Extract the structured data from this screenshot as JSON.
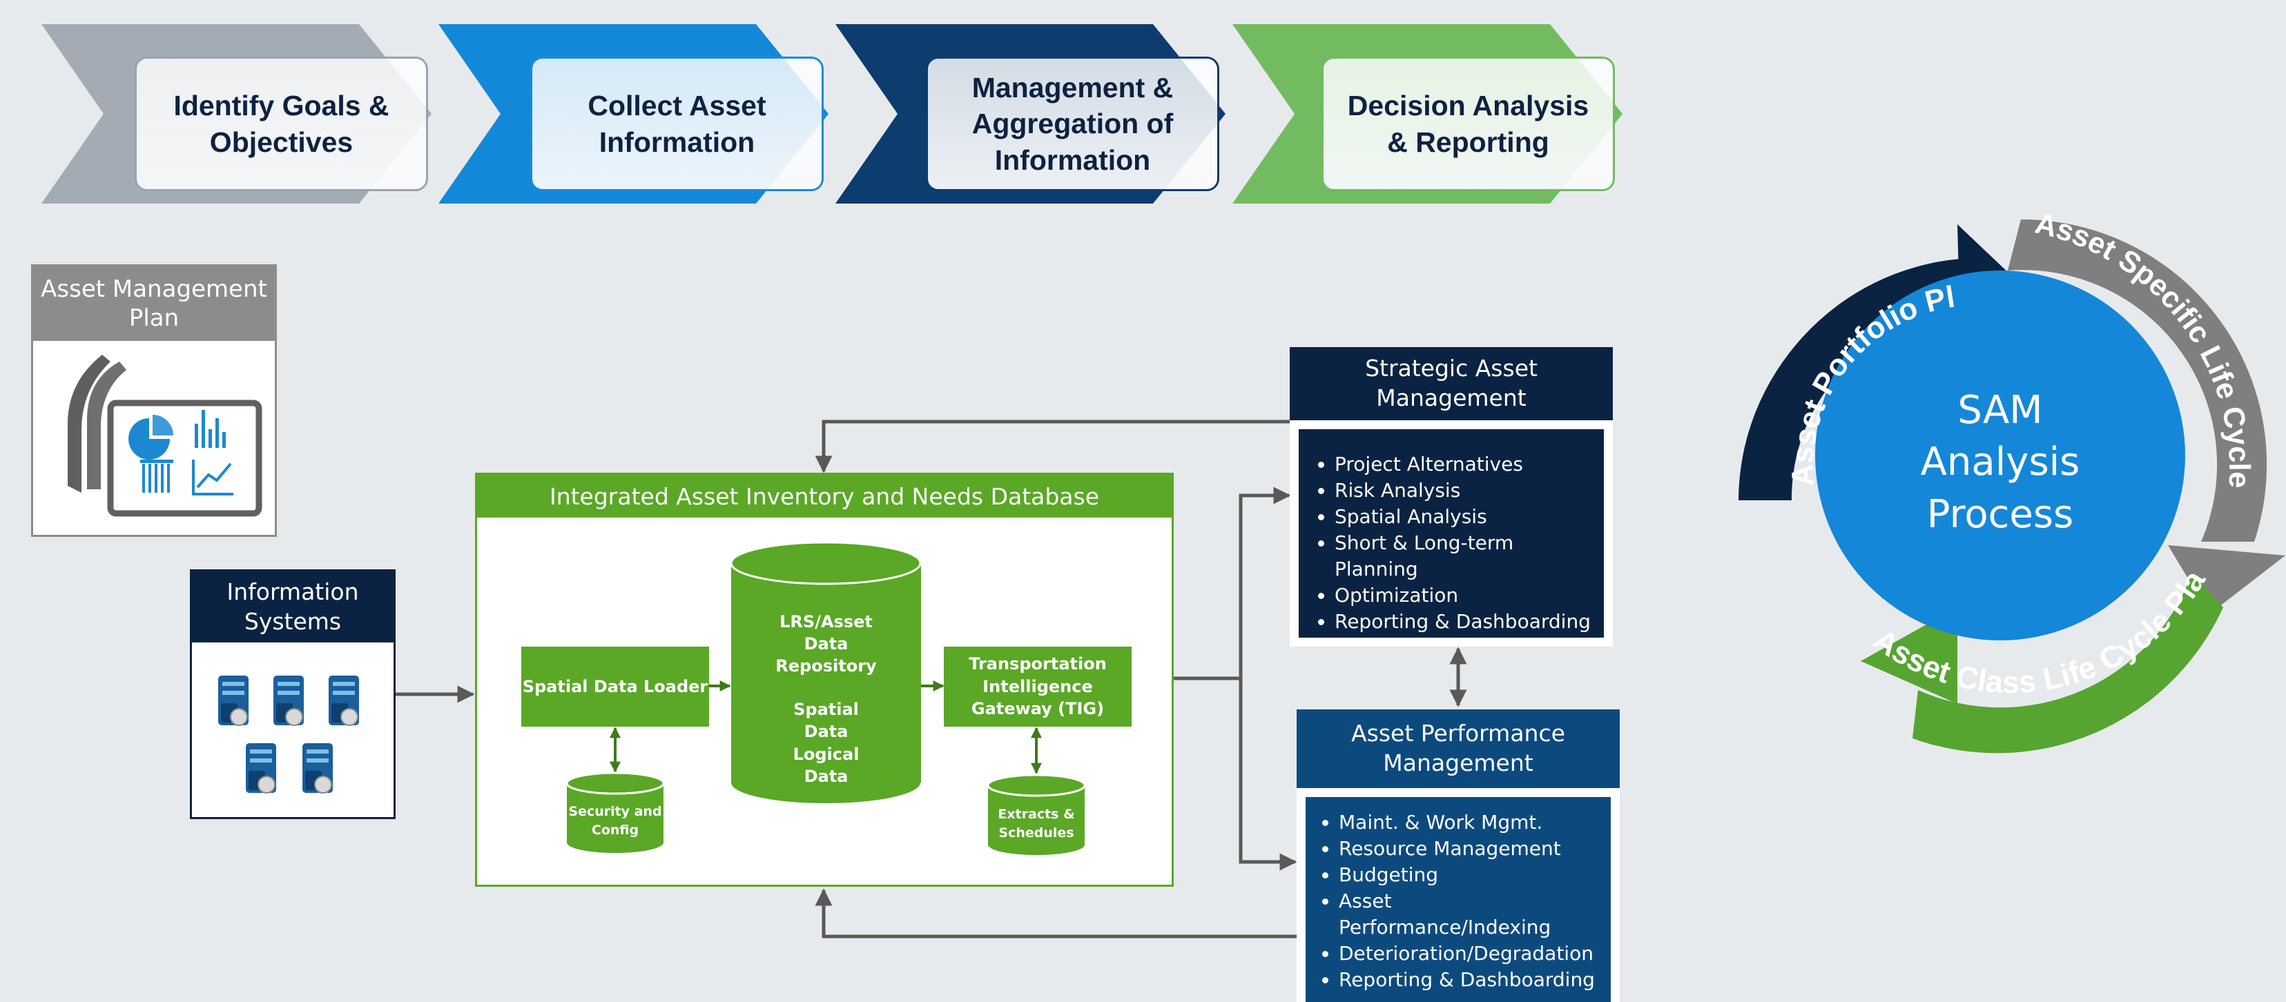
{
  "steps": [
    {
      "label": "Identify Goals & Objectives",
      "color": "#a4abb4",
      "border": "#9aa3ad"
    },
    {
      "label": "Collect Asset Information",
      "color": "#1488d8",
      "border": "#1a8bd8"
    },
    {
      "label": "Management & Aggregation of Information",
      "color": "#0d3c6e",
      "border": "#0d3c6e"
    },
    {
      "label": "Decision Analysis & Reporting",
      "color": "#72bb61",
      "border": "#72bb61"
    }
  ],
  "amp": {
    "title": "Asset Management Plan"
  },
  "info_systems": {
    "title": "Information Systems"
  },
  "inventory": {
    "title": "Integrated Asset Inventory and Needs Database",
    "loader": "Spatial Data Loader",
    "security": "Security and Config",
    "repo_line1": "LRS/Asset Data Repository",
    "repo_line2": "Spatial Data Logical Data",
    "tig": "Transportation Intelligence Gateway (TIG)",
    "extracts": "Extracts & Schedules"
  },
  "strategic": {
    "title": "Strategic Asset Management",
    "items": [
      "Project Alternatives",
      "Risk Analysis",
      "Spatial Analysis",
      "Short & Long-term Planning",
      "Optimization",
      "Reporting & Dashboarding"
    ]
  },
  "performance": {
    "title": "Asset Performance Management",
    "items": [
      "Maint. & Work Mgmt.",
      "Resource Management",
      "Budgeting",
      "Asset Performance/Indexing",
      "Deterioration/Degradation",
      "Reporting & Dashboarding"
    ]
  },
  "cycle": {
    "center": "SAM Analysis Process",
    "arc_portfolio": "Asset Portfolio Plan",
    "arc_specific": "Asset Specific Life Cycle Plan",
    "arc_class": "Asset Class Life Cycle Plan"
  },
  "colors": {
    "navy": "#0b2342",
    "blue_dark": "#0c4a7e",
    "green": "#5aa826",
    "green_border": "#3f8a1a",
    "grey_box": "#8c8c8c",
    "cycle_blue": "#1487d9",
    "cycle_grey": "#7f7f7f",
    "cycle_green": "#56a531",
    "arrow": "#595959"
  }
}
